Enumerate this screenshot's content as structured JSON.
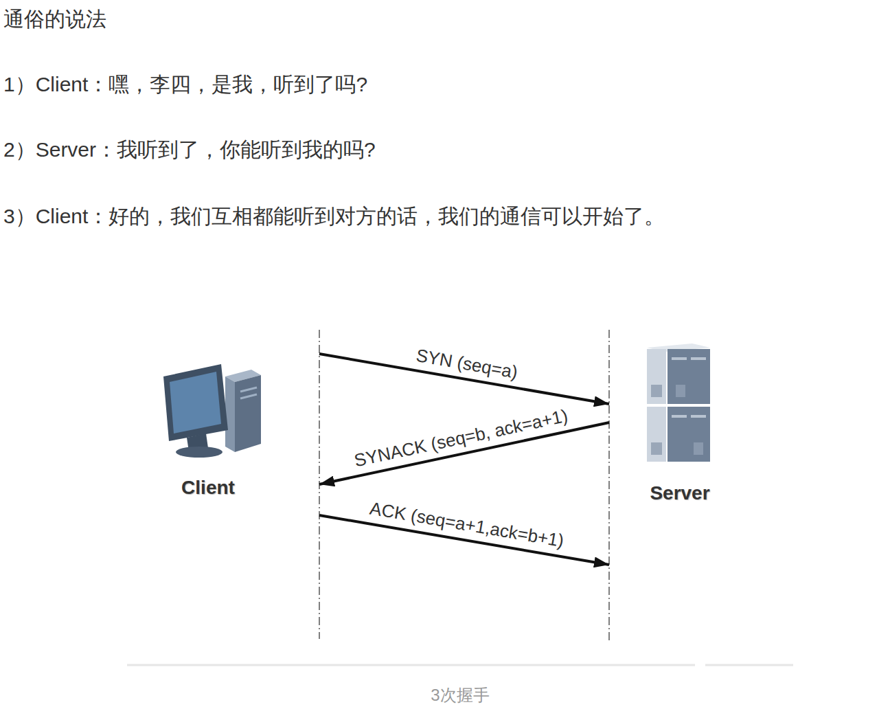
{
  "diagram": {
    "title": "通俗的说法",
    "caption": "3次握手",
    "nodes": [
      {
        "text": [
          "Client"
        ]
      },
      {
        "text": [
          "Server"
        ]
      }
    ],
    "edges": [
      {
        "from": 0,
        "to": 1,
        "arrow": "to",
        "label": "SYN (seq=a)"
      },
      {
        "from": 1,
        "to": 0,
        "arrow": "to",
        "label": "SYNACK (seq=b, ack=a+1)"
      },
      {
        "from": 0,
        "to": 1,
        "arrow": "to",
        "label": "ACK (seq=a+1,ack=b+1)"
      }
    ],
    "labels": [
      "1）Client：嘿，李四，是我，听到了吗?",
      "2）Server：我听到了，你能听到我的吗?",
      "3）Client：好的，我们互相都能听到对方的话，我们的通信可以开始了。"
    ]
  }
}
